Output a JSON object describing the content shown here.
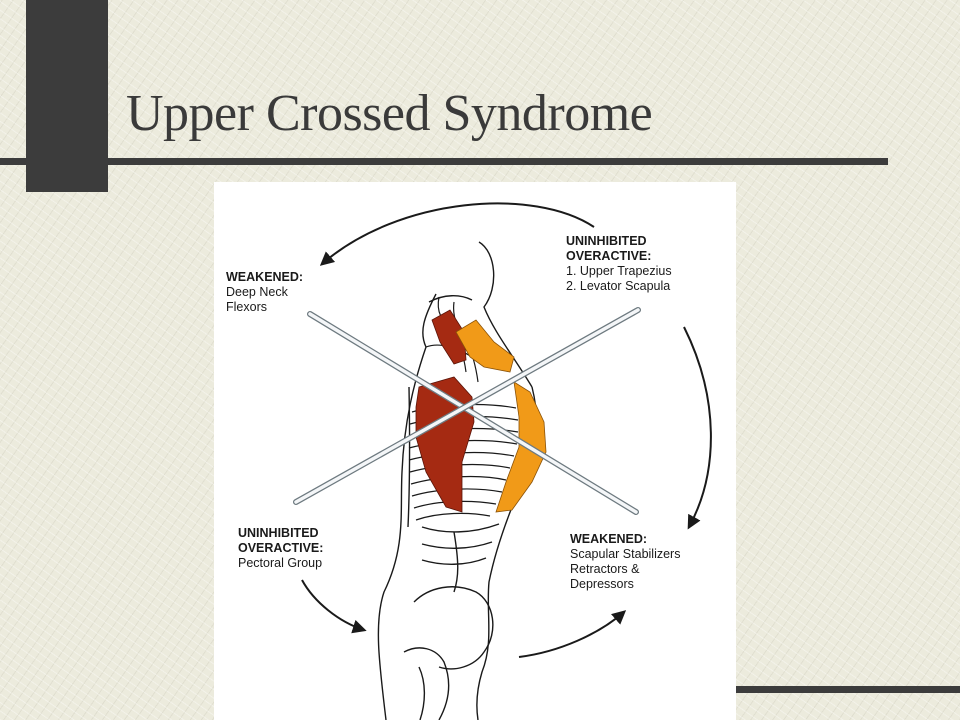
{
  "slide": {
    "title": "Upper Crossed Syndrome"
  },
  "diagram": {
    "top_left": {
      "heading": "WEAKENED:",
      "lines": [
        "Deep Neck",
        "Flexors"
      ]
    },
    "top_right": {
      "heading_1": "UNINHIBITED",
      "heading_2": "OVERACTIVE:",
      "lines": [
        "1. Upper Trapezius",
        "2. Levator Scapula"
      ]
    },
    "bottom_left": {
      "heading_1": "UNINHIBITED",
      "heading_2": "OVERACTIVE:",
      "lines": [
        "Pectoral Group"
      ]
    },
    "bottom_right": {
      "heading": "WEAKENED:",
      "lines": [
        "Scapular Stabilizers",
        "Retractors &",
        "Depressors"
      ]
    },
    "colors": {
      "overactive_muscle": "#a52a12",
      "weakened_muscle": "#f19a18",
      "outline": "#1a1a1a"
    }
  }
}
